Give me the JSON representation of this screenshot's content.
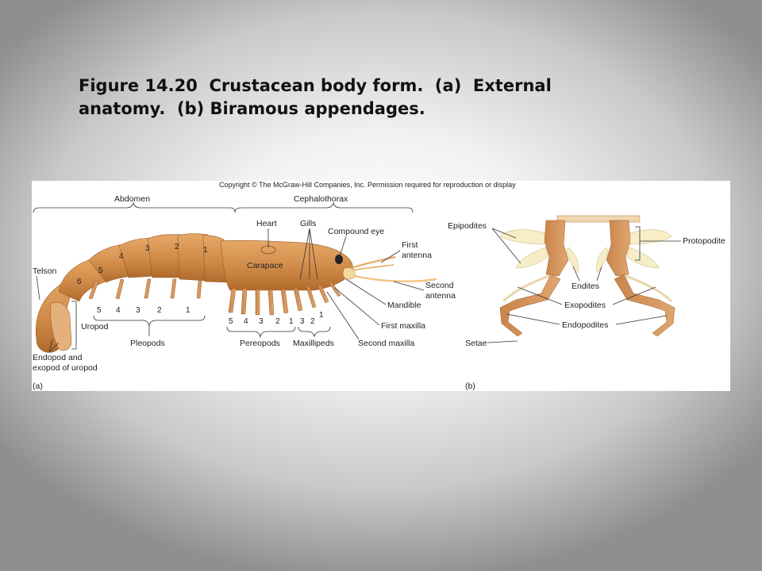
{
  "slide": {
    "title_line1": "Figure 14.20  Crustacean body form.  (a)  External",
    "title_line2": "anatomy.  (b) Biramous appendages."
  },
  "figure": {
    "copyright": "Copyright © The McGraw-Hill Companies, Inc. Permission required for reproduction or display",
    "panel_a": {
      "panel_label": "(a)",
      "regions": {
        "abdomen": "Abdomen",
        "cephalothorax": "Cephalothorax"
      },
      "labels": {
        "heart": "Heart",
        "gills": "Gills",
        "compound_eye": "Compound eye",
        "first_antenna_1": "First",
        "first_antenna_2": "antenna",
        "carapace": "Carapace",
        "second_antenna_1": "Second",
        "second_antenna_2": "antenna",
        "mandible": "Mandible",
        "first_maxilla": "First maxilla",
        "second_maxilla": "Second maxilla",
        "telson": "Telson",
        "uropod": "Uropod",
        "pleopods": "Pleopods",
        "pereopods": "Pereopods",
        "maxillipeds": "Maxillipeds",
        "endopod_1": "Endopod and",
        "endopod_2": "exopod of uropod"
      },
      "segment_numbers": [
        "1",
        "2",
        "3",
        "4",
        "5",
        "6"
      ],
      "pleopod_numbers": [
        "5",
        "4",
        "3",
        "2",
        "1"
      ],
      "pereopod_numbers": [
        "5",
        "4",
        "3",
        "2",
        "1"
      ],
      "maxilliped_numbers": [
        "3",
        "2",
        "1"
      ]
    },
    "panel_b": {
      "panel_label": "(b)",
      "labels": {
        "epipodites": "Epipodites",
        "protopodite": "Protopodite",
        "endites": "Endites",
        "exopodites": "Exopodites",
        "endopodites": "Endopodites",
        "setae": "Setae"
      }
    }
  }
}
